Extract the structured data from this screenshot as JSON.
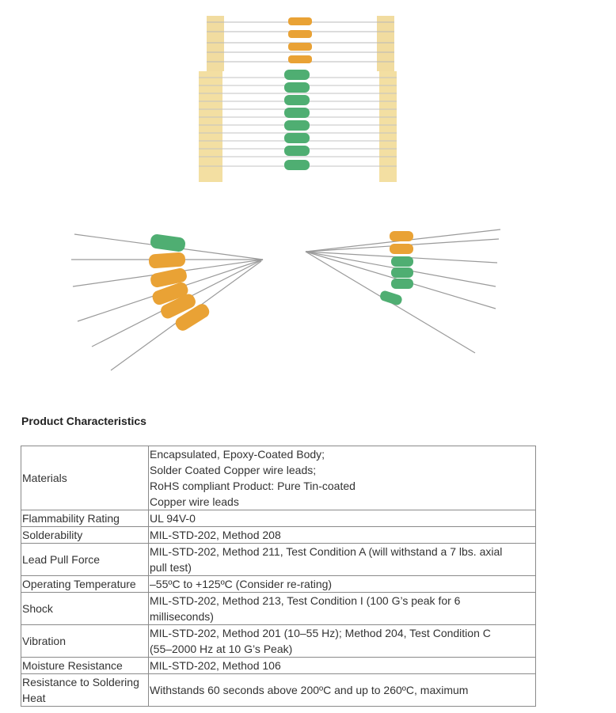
{
  "section": {
    "title": "Product Characteristics"
  },
  "photos": {
    "top": {
      "icon": "resistor-bundle-photo",
      "body_colors": {
        "tape": "#f3dfa2",
        "orange": "#e9a235",
        "green": "#4fae72"
      }
    },
    "bottom": {
      "icon": "loose-resistors-photo"
    }
  },
  "characteristics": [
    {
      "label": "Materials",
      "value_lines": [
        "Encapsulated, Epoxy-Coated Body;",
        "Solder Coated Copper wire leads;",
        "RoHS compliant Product: Pure Tin-coated",
        "Copper wire leads"
      ]
    },
    {
      "label": "Flammability Rating",
      "value_lines": [
        "UL 94V-0"
      ]
    },
    {
      "label": "Solderability",
      "value_lines": [
        "MIL-STD-202, Method 208"
      ]
    },
    {
      "label": "Lead Pull Force",
      "value_lines": [
        "MIL-STD-202, Method 211, Test Condition A (will withstand a 7 lbs. axial",
        "pull test)"
      ]
    },
    {
      "label": "Operating Temperature",
      "value_lines": [
        "–55ºC to +125ºC (Consider re-rating)"
      ]
    },
    {
      "label": "Shock",
      "value_lines": [
        "MIL-STD-202, Method 213, Test Condition I (100 G’s peak for 6",
        "milliseconds)"
      ]
    },
    {
      "label": "Vibration",
      "value_lines": [
        "MIL-STD-202, Method 201 (10–55 Hz); Method 204, Test Condition C",
        "(55–2000 Hz at 10 G’s Peak)"
      ]
    },
    {
      "label": "Moisture Resistance",
      "value_lines": [
        "MIL-STD-202, Method 106"
      ]
    },
    {
      "label": "Resistance to Soldering Heat",
      "value_lines": [
        "Withstands 60 seconds above 200ºC and up to 260ºC, maximum"
      ]
    }
  ]
}
